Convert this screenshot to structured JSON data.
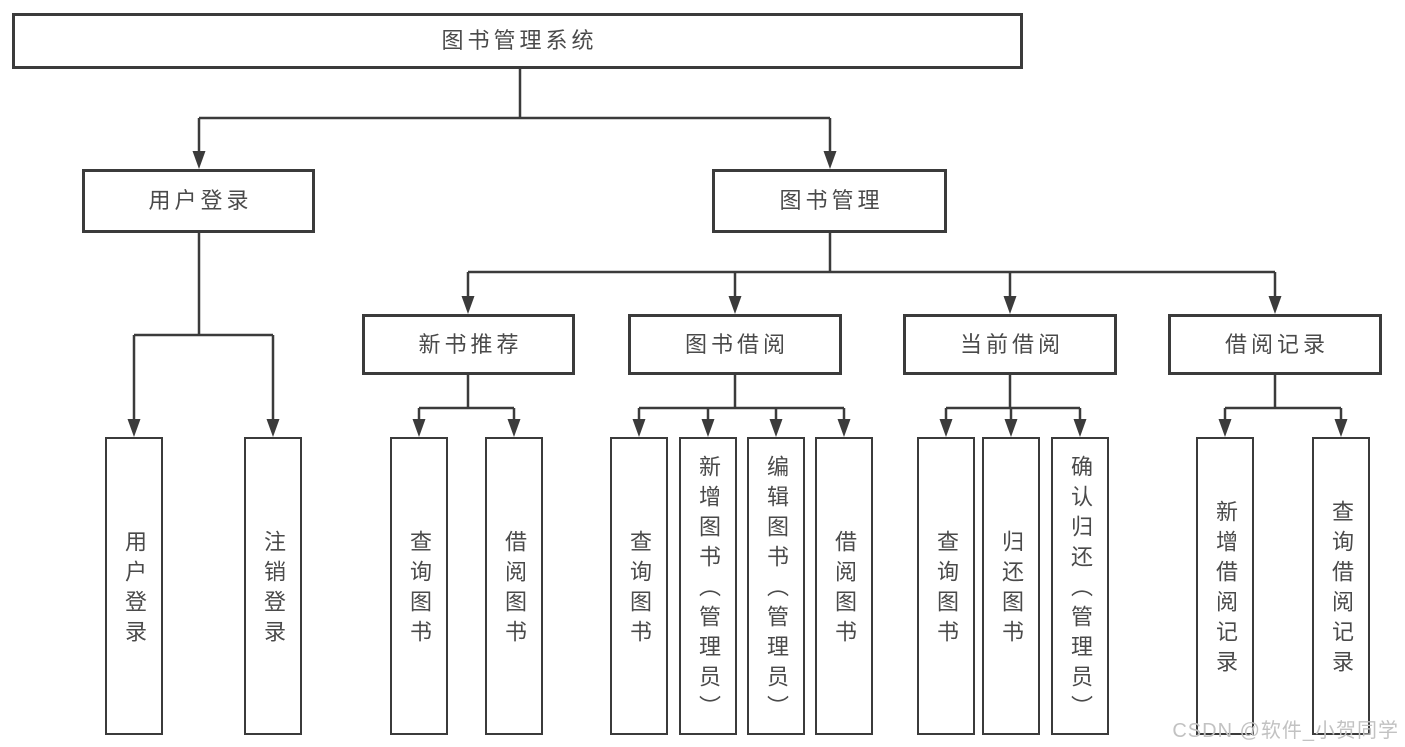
{
  "diagram": {
    "type": "tree",
    "colors": {
      "line": "#3b3b3b",
      "box_border": "#3b3b3b",
      "box_background": "#ffffff",
      "text": "#4a4a4a",
      "watermark": "#c2c2c2",
      "background": "#ffffff"
    },
    "tree": {
      "label": "图书管理系统",
      "children": [
        {
          "label": "用户登录",
          "children": [
            {
              "label": "用户登录"
            },
            {
              "label": "注销登录"
            }
          ]
        },
        {
          "label": "图书管理",
          "children": [
            {
              "label": "新书推荐",
              "children": [
                {
                  "label": "查询图书"
                },
                {
                  "label": "借阅图书"
                }
              ]
            },
            {
              "label": "图书借阅",
              "children": [
                {
                  "label": "查询图书"
                },
                {
                  "label": "新增图书（管理员）"
                },
                {
                  "label": "编辑图书（管理员）"
                },
                {
                  "label": "借阅图书"
                }
              ]
            },
            {
              "label": "当前借阅",
              "children": [
                {
                  "label": "查询图书"
                },
                {
                  "label": "归还图书"
                },
                {
                  "label": "确认归还（管理员）"
                }
              ]
            },
            {
              "label": "借阅记录",
              "children": [
                {
                  "label": "新增借阅记录"
                },
                {
                  "label": "查询借阅记录"
                }
              ]
            }
          ]
        }
      ]
    },
    "watermark": {
      "text": "CSDN @软件_小贺同学"
    }
  }
}
